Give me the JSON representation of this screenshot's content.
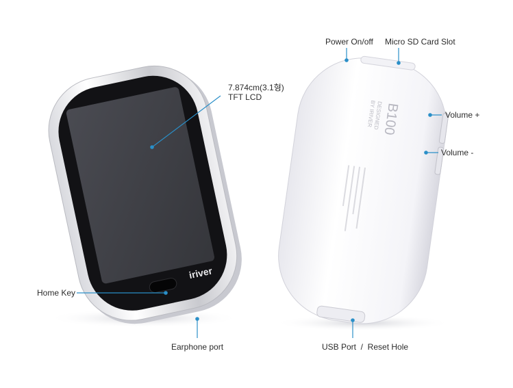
{
  "labels": {
    "lcd_line1": "7.874cm(3.1형)",
    "lcd_line2": "TFT LCD",
    "home_key": "Home Key",
    "earphone_port": "Earphone port",
    "power": "Power On/off",
    "micro_sd": "Micro SD Card Slot",
    "volume_up": "Volume +",
    "volume_down": "Volume -",
    "usb_reset": "USB Port  /  Reset Hole"
  },
  "device": {
    "front_logo": "iriver",
    "back_model": "B100",
    "back_designed_line1": "DESIGNED",
    "back_designed_line2": "BY IRIVER"
  },
  "colors": {
    "callout_line": "#2a8fc8",
    "callout_dot": "#2a8fc8",
    "label_text": "#2b2b2b",
    "screen": "#3d3e44",
    "bezel": "#111114",
    "body_white": "#fafafb"
  }
}
